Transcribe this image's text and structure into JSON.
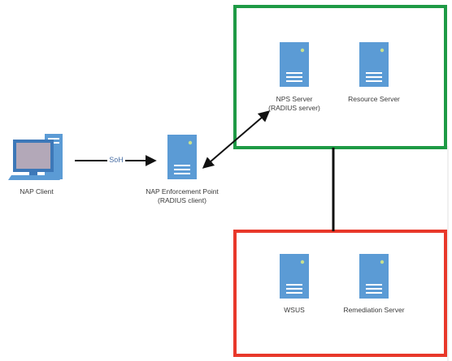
{
  "nodes": {
    "nap_client": {
      "label": "NAP Client"
    },
    "enforcement_point": {
      "label": "NAP Enforcement Point\n(RADIUS client)"
    },
    "nps_server": {
      "label": "NPS Server\n(RADIUS server)"
    },
    "resource_server": {
      "label": "Resource Server"
    },
    "wsus": {
      "label": "WSUS"
    },
    "remediation_server": {
      "label": "Remediation Server"
    }
  },
  "edges": {
    "soh": {
      "label": "SoH"
    }
  },
  "colors": {
    "server_blue": "#5b9bd5",
    "server_dark": "#3d78b8",
    "secure_zone": "#1e9a45",
    "restricted_zone": "#e8382a",
    "connector": "#111111"
  }
}
